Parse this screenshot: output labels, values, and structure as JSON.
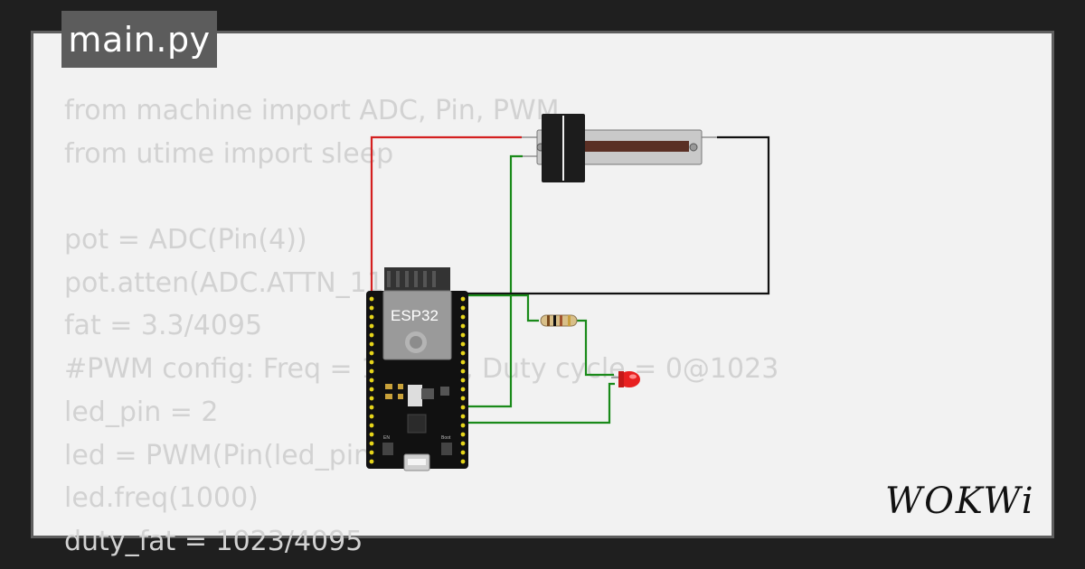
{
  "editor": {
    "filename": "main.py",
    "code_lines": [
      "from machine import ADC, Pin, PWM",
      "from utime import sleep",
      "",
      "pot = ADC(Pin(4))",
      "pot.atten(ADC.ATTN_11DB)",
      "fat = 3.3/4095",
      "#PWM config: Freq = 1000Hz, Duty cycle = 0@1023",
      "led_pin = 2",
      "led = PWM(Pin(led_pin))",
      "led.freq(1000)",
      "duty_fat = 1023/4095"
    ]
  },
  "board": {
    "chip_label": "ESP32",
    "button_en": "EN",
    "button_boot": "Boot"
  },
  "brand": {
    "logo_text": "WOKWi"
  },
  "colors": {
    "wire_red": "#d42020",
    "wire_green": "#1a8a1a",
    "wire_black": "#111111",
    "led_red": "#e82020"
  }
}
